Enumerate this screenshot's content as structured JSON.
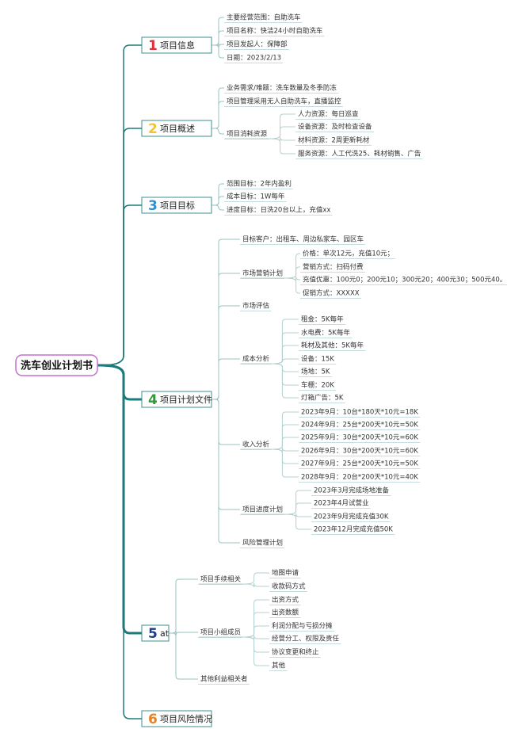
{
  "root": {
    "label": "洗车创业计划书"
  },
  "colors": {
    "trunk": "#1e7b7b",
    "branch": "#9bc2c2",
    "leaf_line": "#b5d0d0",
    "root_border": "#c46fd0",
    "cat_border": "#3d8f8f"
  },
  "categories": [
    {
      "num": "1",
      "num_color": "#e0303a",
      "label": "项目信息",
      "children": [
        {
          "label": "主要经营范围：自助洗车"
        },
        {
          "label": "项目名称：快洁24小时自助洗车"
        },
        {
          "label": "项目发起人：保障部"
        },
        {
          "label": "日期：2023/2/13"
        }
      ]
    },
    {
      "num": "2",
      "num_color": "#f2c237",
      "label": "项目概述",
      "children": [
        {
          "label": "业务需求/难题：洗车数量及冬季防冻"
        },
        {
          "label": "项目管理采用无人自助洗车，直播监控"
        },
        {
          "label": "项目消耗资源",
          "children": [
            {
              "label": "人力资源：每日巡查"
            },
            {
              "label": "设备资源：及时检查设备"
            },
            {
              "label": "材料资源：2周更新耗材"
            },
            {
              "label": "服务资源：人工代洗25、耗材销售、广告"
            }
          ]
        }
      ]
    },
    {
      "num": "3",
      "num_color": "#2f8fd0",
      "label": "项目目标",
      "children": [
        {
          "label": "范围目标：2年内盈利"
        },
        {
          "label": "成本目标：1W每年"
        },
        {
          "label": "进度目标：日洗20台以上，充值xx"
        }
      ]
    },
    {
      "num": "4",
      "num_color": "#2f9a3a",
      "label": "项目计划文件",
      "children": [
        {
          "label": "目标客户：出租车、周边私家车、园区车"
        },
        {
          "label": "市场营销计划",
          "children": [
            {
              "label": "价格：单次12元，充值10元；"
            },
            {
              "label": "营销方式：扫码付费"
            },
            {
              "label": "充值优惠：100元0；200元10；300元20；400元30；500元40。"
            },
            {
              "label": "促销方式：XXXXX"
            }
          ]
        },
        {
          "label": "市场评估"
        },
        {
          "label": "成本分析",
          "children": [
            {
              "label": "租金：5K每年"
            },
            {
              "label": "水电费：5K每年"
            },
            {
              "label": "耗材及其他：5K每年"
            },
            {
              "label": "设备：15K"
            },
            {
              "label": "场地：5K"
            },
            {
              "label": "车棚：20K"
            },
            {
              "label": "灯箱广告：5K"
            }
          ]
        },
        {
          "label": "收入分析",
          "children": [
            {
              "label": "2023年9月：10台*180天*10元=18K"
            },
            {
              "label": "2024年9月：25台*200天*10元=50K"
            },
            {
              "label": "2025年9月：30台*200天*10元=60K"
            },
            {
              "label": "2026年9月：30台*200天*10元=60K"
            },
            {
              "label": "2027年9月：25台*200天*10元=50K"
            },
            {
              "label": "2028年9月：20台*200天*10元=40K"
            }
          ]
        },
        {
          "label": "项目进度计划",
          "children": [
            {
              "label": "2023年3月完成场地准备"
            },
            {
              "label": "2023年4月试营业"
            },
            {
              "label": "2023年9月完成充值30K"
            },
            {
              "label": "2023年12月完成充值50K"
            }
          ]
        },
        {
          "label": "风险管理计划"
        }
      ]
    },
    {
      "num": "5",
      "num_color": "#1f3a8f",
      "label": "at",
      "children": [
        {
          "label": "项目手续相关",
          "children": [
            {
              "label": "地图申请"
            },
            {
              "label": "收款码方式"
            }
          ]
        },
        {
          "label": "项目小组成员",
          "children": [
            {
              "label": "出资方式"
            },
            {
              "label": "出资数额"
            },
            {
              "label": "利润分配与亏损分摊"
            },
            {
              "label": "经营分工、权限及责任"
            },
            {
              "label": "协议变更和终止"
            },
            {
              "label": "其他"
            }
          ]
        },
        {
          "label": "其他利益相关者"
        }
      ]
    },
    {
      "num": "6",
      "num_color": "#e8821e",
      "label": "项目风险情况",
      "children": []
    }
  ]
}
